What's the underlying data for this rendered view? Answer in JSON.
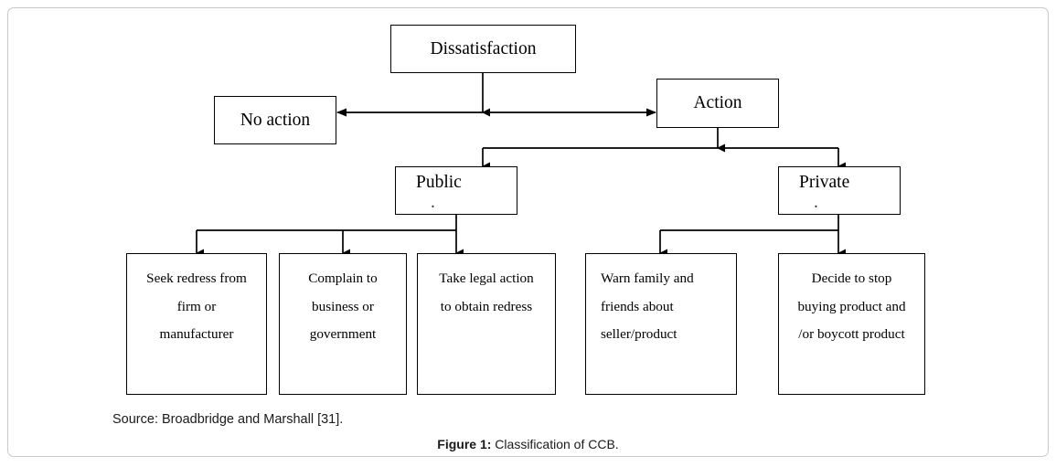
{
  "figure": {
    "caption_label": "Figure 1:",
    "caption_text": " Classification of CCB.",
    "source_note": "Source: Broadbridge and Marshall [31].",
    "frame_color": "#c9c9c9",
    "line_color": "#000000",
    "background": "#ffffff"
  },
  "diagram": {
    "type": "flowchart",
    "title": "Classification of CCB",
    "nodes": {
      "root": {
        "label": "Dissatisfaction"
      },
      "no_action": {
        "label": "No action"
      },
      "action": {
        "label": "Action"
      },
      "public": {
        "label": "Public",
        "trailing_mark": "."
      },
      "private": {
        "label": "Private",
        "trailing_mark": "."
      },
      "leaf_1": {
        "label": "Seek redress from\nfirm or\nmanufacturer"
      },
      "leaf_2": {
        "label": "Complain to\nbusiness or\ngovernment"
      },
      "leaf_3": {
        "label": "Take legal action\nto obtain redress"
      },
      "leaf_4": {
        "label": "Warn family and\nfriends about\nseller/product"
      },
      "leaf_5": {
        "label": "Decide to stop\nbuying product and\n/or boycott product"
      }
    },
    "edges": [
      {
        "from": "root",
        "to": "action_bus",
        "arrow": "single-down"
      },
      {
        "from": "no_action",
        "to": "action",
        "arrow": "double-headed-horizontal"
      },
      {
        "from": "action",
        "to": "public",
        "arrow": "single-down"
      },
      {
        "from": "action",
        "to": "private",
        "arrow": "single-down"
      },
      {
        "from": "public",
        "to": "leaf_1",
        "arrow": "single-down"
      },
      {
        "from": "public",
        "to": "leaf_2",
        "arrow": "single-down"
      },
      {
        "from": "public",
        "to": "leaf_3",
        "arrow": "single-down"
      },
      {
        "from": "private",
        "to": "leaf_4",
        "arrow": "single-down"
      },
      {
        "from": "private",
        "to": "leaf_5",
        "arrow": "single-down"
      }
    ]
  }
}
